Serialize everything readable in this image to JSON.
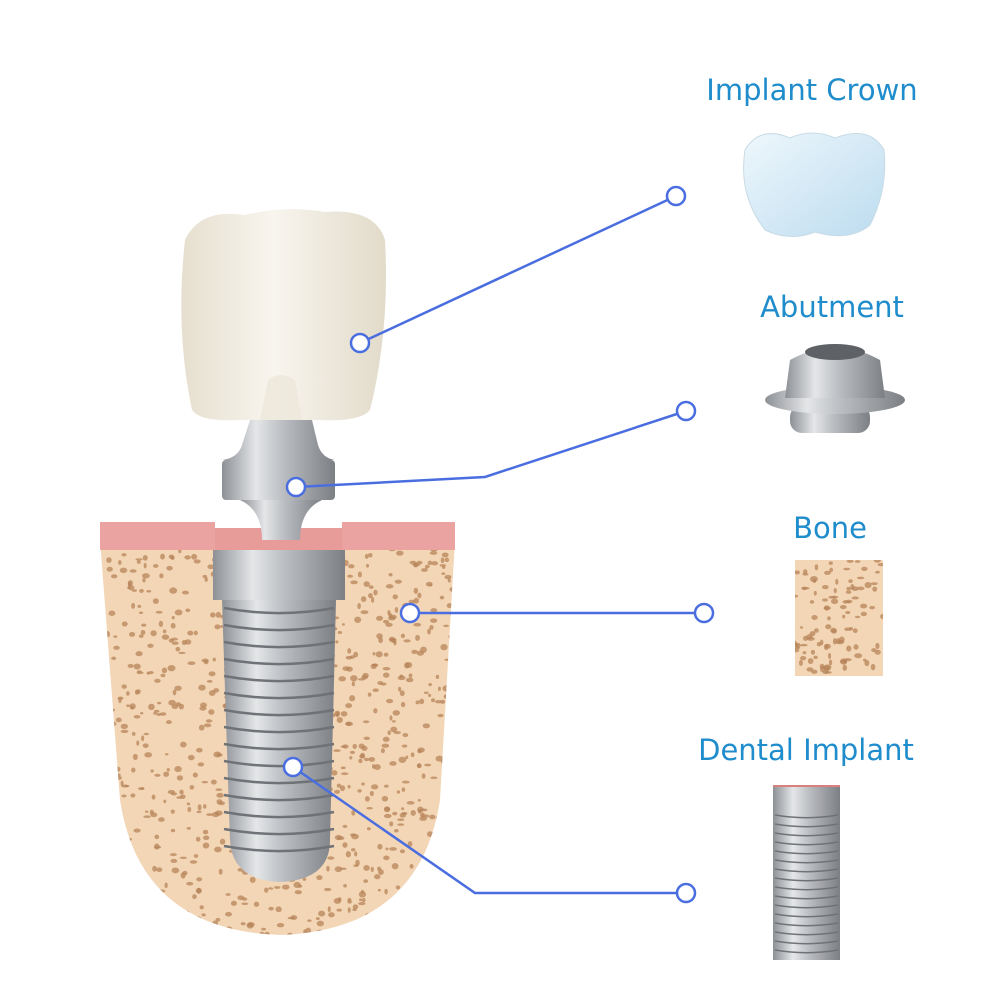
{
  "labels": {
    "crown": "Implant Crown",
    "abutment": "Abutment",
    "bone": "Bone",
    "implant": "Dental Implant"
  },
  "colors": {
    "label_text": "#1f8ccc",
    "leader_line": "#4a6ee0",
    "crown": "#f2ede2",
    "crown_icon": "#d9edf8",
    "gum": "#eaa3a0",
    "bone": "#f3d6b6",
    "bone_pore": "#b7845a",
    "metal": "#b5b8bc"
  }
}
